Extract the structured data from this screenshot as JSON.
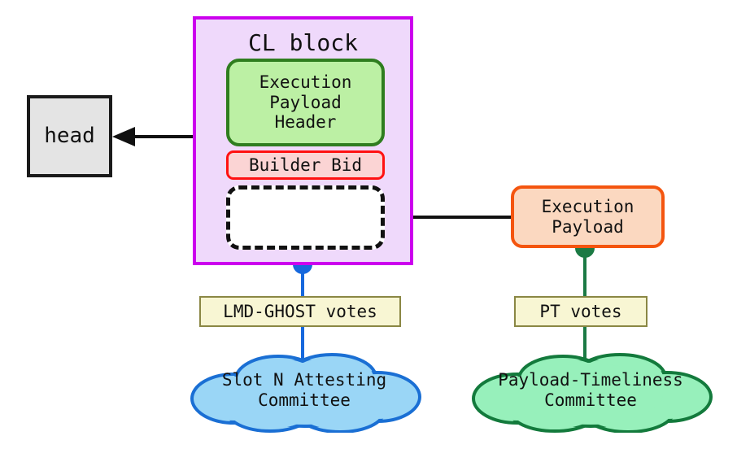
{
  "diagram": {
    "title": "CL block with execution payload, bid and committee votes",
    "background": "#ffffff"
  },
  "nodes": {
    "head": {
      "label": "head",
      "fill": "#e4e4e4",
      "stroke": "#1a1a1a"
    },
    "cl_block": {
      "title": "CL block",
      "fill": "#efd9fb",
      "stroke": "#cc00ee"
    },
    "execution_payload_header": {
      "label": "Execution\nPayload\nHeader",
      "fill": "#bcf0a4",
      "stroke": "#2f7d1f"
    },
    "builder_bid": {
      "label": "Builder Bid",
      "fill": "#fbd4d4",
      "stroke": "#ff1111"
    },
    "empty_payload_slot": {
      "label": "",
      "fill": "#ffffff",
      "stroke": "#111111",
      "stroke_style": "dashed"
    },
    "execution_payload": {
      "label": "Execution\nPayload",
      "fill": "#fbd8c0",
      "stroke": "#f4550f"
    },
    "lmd_ghost_votes": {
      "label": "LMD-GHOST votes",
      "fill": "#f8f6d3",
      "stroke": "#8a8744"
    },
    "pt_votes": {
      "label": "PT votes",
      "fill": "#f8f6d3",
      "stroke": "#8a8744"
    },
    "slot_n_attesting_committee": {
      "label": "Slot N Attesting\nCommittee",
      "fill": "#9ad6f6",
      "stroke": "#1a6fd4"
    },
    "payload_timeliness_committee": {
      "label": "Payload-Timeliness\nCommittee",
      "fill": "#97f0bb",
      "stroke": "#137a3c"
    }
  },
  "edges": {
    "cl_block_to_head": {
      "from": "cl_block",
      "to": "head",
      "color": "#111111",
      "arrow": "arrowhead"
    },
    "execution_payload_to_empty_slot": {
      "from": "execution_payload",
      "to": "empty_payload_slot",
      "color": "#111111",
      "arrow": "arrowhead"
    },
    "cl_block_to_lmd_votes": {
      "from": "cl_block",
      "to": "slot_n_attesting_committee",
      "color": "#1668dd",
      "arrow": "dot"
    },
    "execution_payload_to_pt_votes": {
      "from": "execution_payload",
      "to": "payload_timeliness_committee",
      "color": "#1b7a44",
      "arrow": "dot"
    }
  }
}
